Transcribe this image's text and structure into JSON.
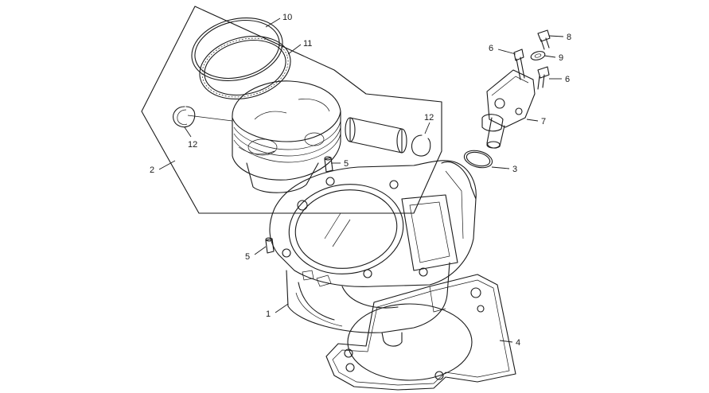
{
  "diagram": {
    "callouts": [
      "10",
      "11",
      "12",
      "2",
      "12",
      "5",
      "5",
      "1",
      "4",
      "3",
      "7",
      "6",
      "8",
      "9",
      "6"
    ]
  },
  "colors": {
    "line": "#1a1a1a",
    "background": "#ffffff"
  }
}
